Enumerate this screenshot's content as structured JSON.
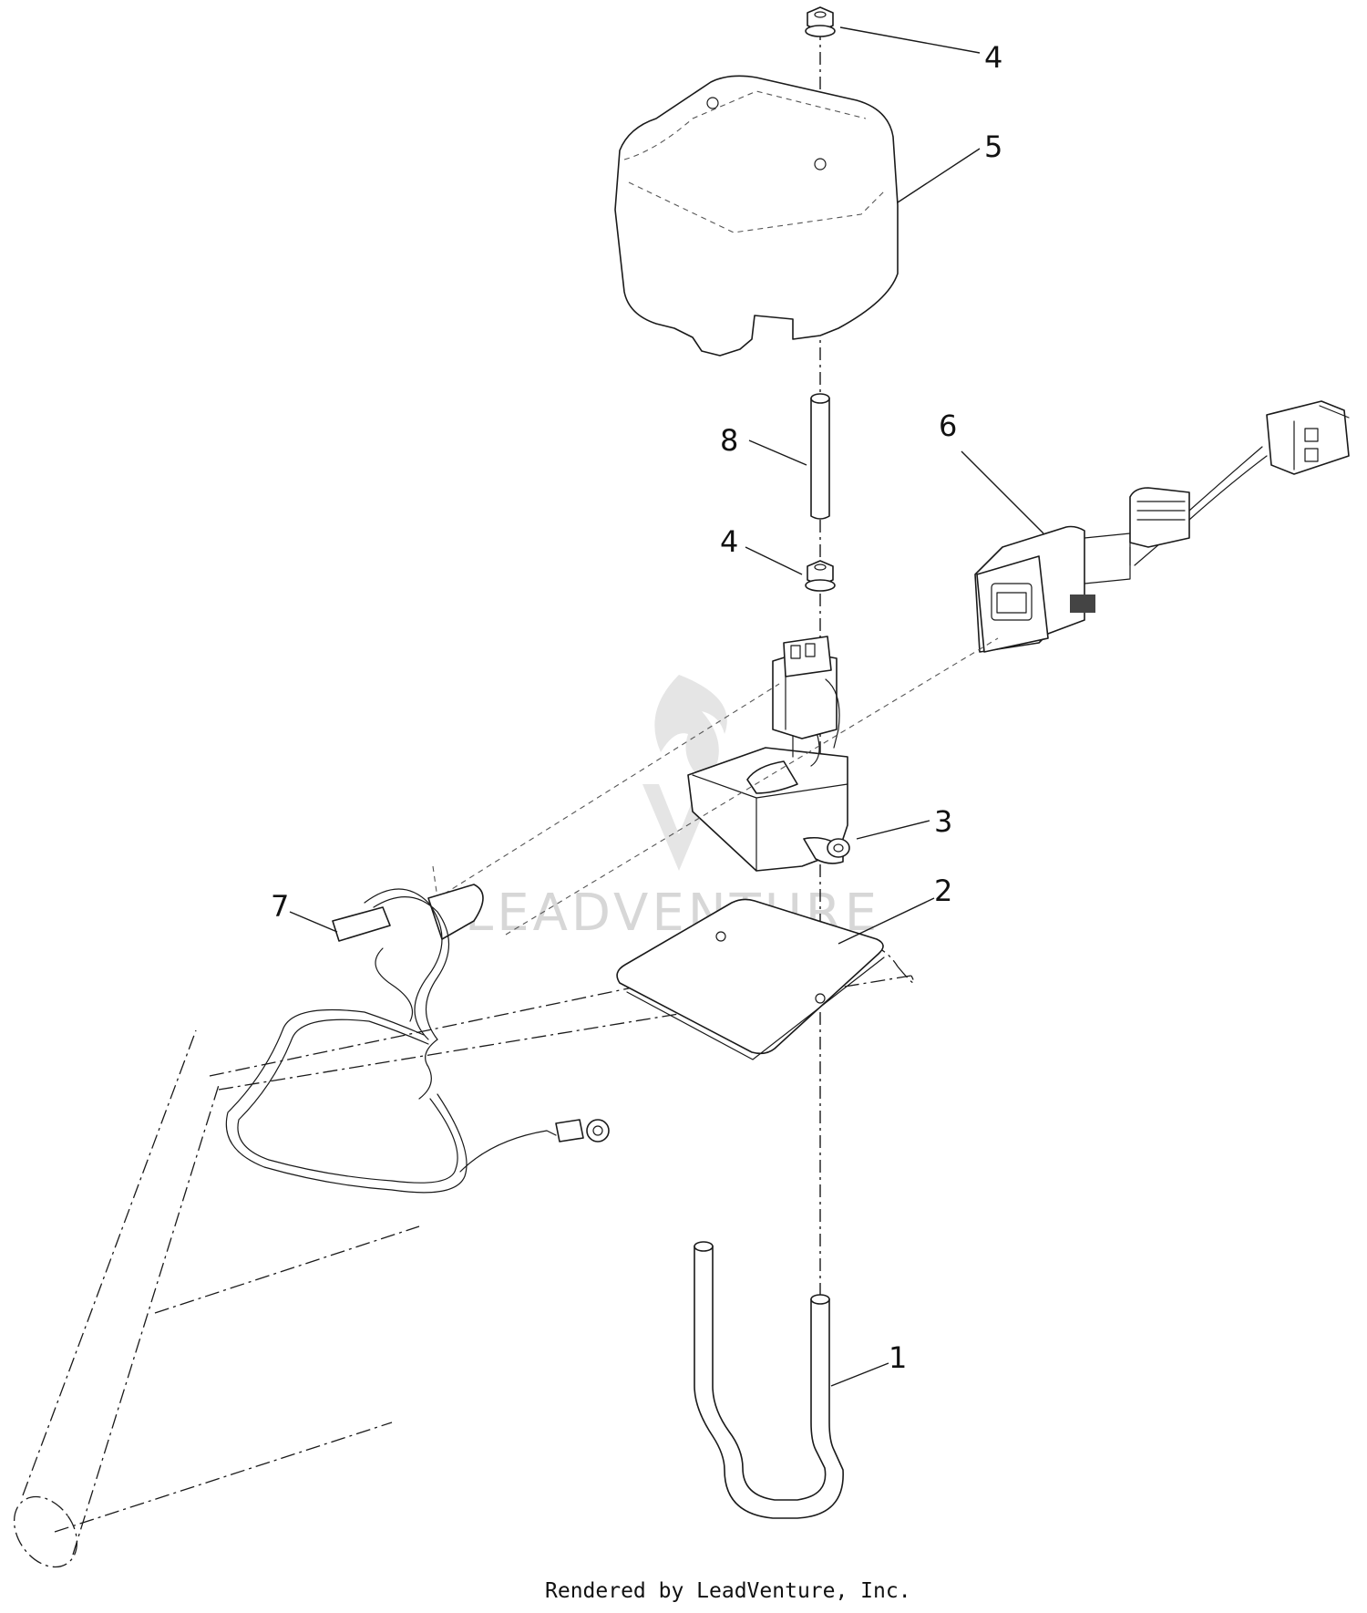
{
  "callouts": [
    {
      "id": "1",
      "label": "1"
    },
    {
      "id": "2",
      "label": "2"
    },
    {
      "id": "3",
      "label": "3"
    },
    {
      "id": "4a",
      "label": "4"
    },
    {
      "id": "4b",
      "label": "4"
    },
    {
      "id": "5",
      "label": "5"
    },
    {
      "id": "6",
      "label": "6"
    },
    {
      "id": "7",
      "label": "7"
    },
    {
      "id": "8",
      "label": "8"
    }
  ],
  "watermark": "LEADVENTURE",
  "footer": "Rendered by LeadVenture, Inc."
}
